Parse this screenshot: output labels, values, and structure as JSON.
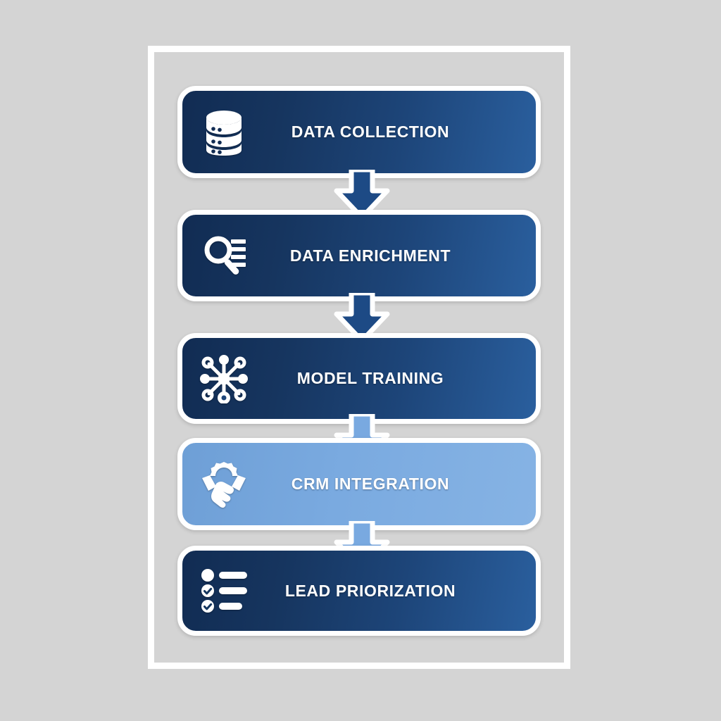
{
  "diagram": {
    "title": "Lead scoring pipeline flowchart",
    "background_color": "#d4d4d4",
    "frame_color": "#ffffff",
    "palette": {
      "dark_blue_start": "#112c53",
      "dark_blue_end": "#2a5f9e",
      "light_blue": "#7aaae0",
      "text_color": "#ffffff",
      "arrow_dark": "#1d4a85",
      "arrow_light": "#79a9e0"
    },
    "steps": [
      {
        "label": "DATA COLLECTION",
        "icon": "database-icon",
        "style": "dark"
      },
      {
        "label": "DATA ENRICHMENT",
        "icon": "magnifier-list-icon",
        "style": "dark"
      },
      {
        "label": "MODEL TRAINING",
        "icon": "network-nodes-icon",
        "style": "dark"
      },
      {
        "label": "CRM INTEGRATION",
        "icon": "handshake-gear-icon",
        "style": "light"
      },
      {
        "label": "LEAD PRIORIZATION",
        "icon": "checklist-icon",
        "style": "dark"
      }
    ],
    "arrows": [
      {
        "from": "DATA COLLECTION",
        "to": "DATA ENRICHMENT",
        "direction": "down",
        "color": "#1d4a85"
      },
      {
        "from": "DATA ENRICHMENT",
        "to": "MODEL TRAINING",
        "direction": "down",
        "color": "#1d4a85"
      },
      {
        "from": "MODEL TRAINING",
        "to": "CRM INTEGRATION",
        "direction": "down",
        "color": "#79a9e0"
      },
      {
        "from": "CRM INTEGRATION",
        "to": "LEAD PRIORIZATION",
        "direction": "down",
        "color": "#79a9e0"
      }
    ]
  }
}
